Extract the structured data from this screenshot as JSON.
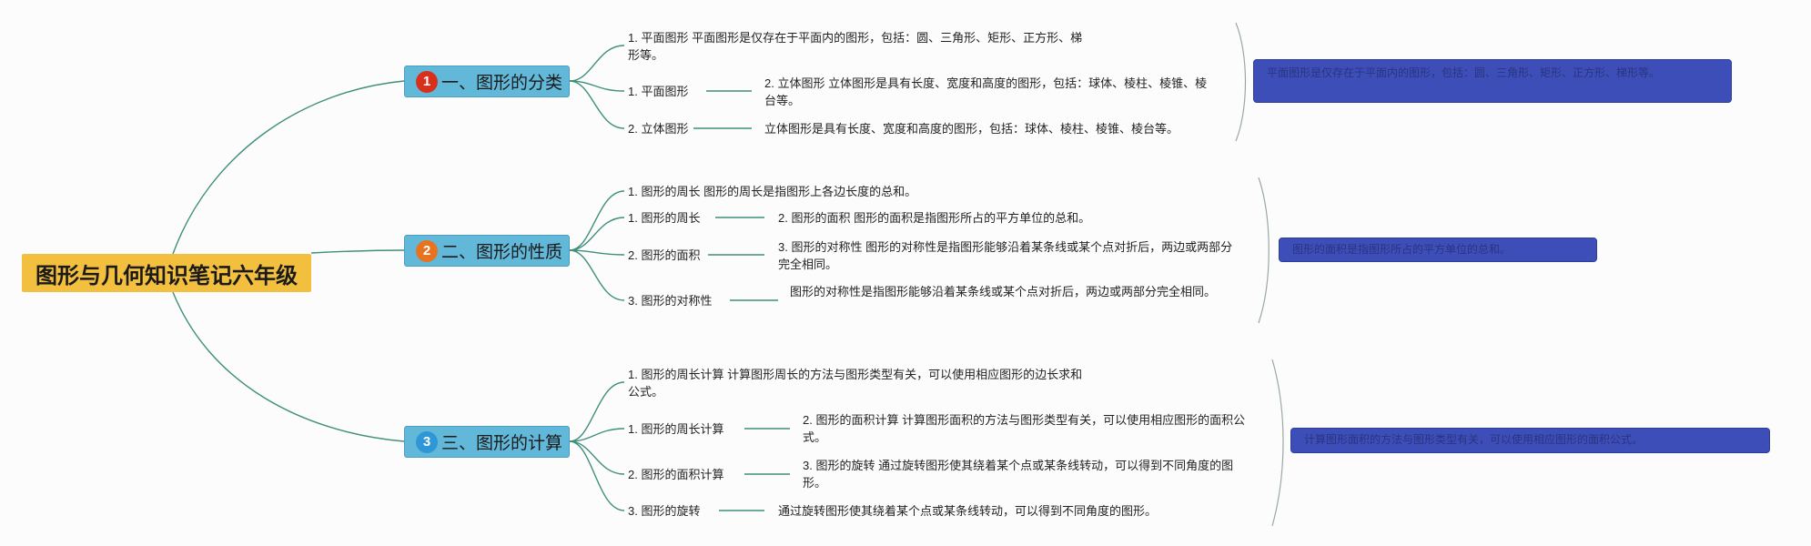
{
  "root": {
    "title": "图形与几何知识笔记六年级"
  },
  "branches": [
    {
      "badge": "1",
      "badge_color": "#d9301c",
      "label": "一、图形的分类",
      "leaves": [
        "1. 平面图形 平面图形是仅存在于平面内的图形，包括：圆、三角形、矩形、正方形、梯形等。",
        "1. 平面图形",
        "2. 立体图形 立体图形是具有长度、宽度和高度的图形，包括：球体、棱柱、棱锥、棱台等。",
        "2. 立体图形",
        "立体图形是具有长度、宽度和高度的图形，包括：球体、棱柱、棱锥、棱台等。"
      ],
      "summary": "平面图形是仅存在于平面内的图形，包括：圆、三角形、矩形、正方形、梯形等。"
    },
    {
      "badge": "2",
      "badge_color": "#e8731f",
      "label": "二、图形的性质",
      "leaves": [
        "1. 图形的周长 图形的周长是指图形上各边长度的总和。",
        "1. 图形的周长",
        "2. 图形的面积 图形的面积是指图形所占的平方单位的总和。",
        "2. 图形的面积",
        "3. 图形的对称性 图形的对称性是指图形能够沿着某条线或某个点对折后，两边或两部分完全相同。",
        "3. 图形的对称性",
        "图形的对称性是指图形能够沿着某条线或某个点对折后，两边或两部分完全相同。"
      ],
      "summary": "图形的面积是指图形所占的平方单位的总和。"
    },
    {
      "badge": "3",
      "badge_color": "#2f97d6",
      "label": "三、图形的计算",
      "leaves": [
        "1. 图形的周长计算 计算图形周长的方法与图形类型有关，可以使用相应图形的边长求和公式。",
        "1. 图形的周长计算",
        "2. 图形的面积计算 计算图形面积的方法与图形类型有关，可以使用相应图形的面积公式。",
        "2. 图形的面积计算",
        "3. 图形的旋转 通过旋转图形使其绕着某个点或某条线转动，可以得到不同角度的图形。",
        "3. 图形的旋转",
        "通过旋转图形使其绕着某个点或某条线转动，可以得到不同角度的图形。"
      ],
      "summary": "计算图形面积的方法与图形类型有关，可以使用相应图形的面积公式。"
    }
  ],
  "colors": {
    "link": "#3f8f7c",
    "bracket": "#9aa8a4"
  }
}
